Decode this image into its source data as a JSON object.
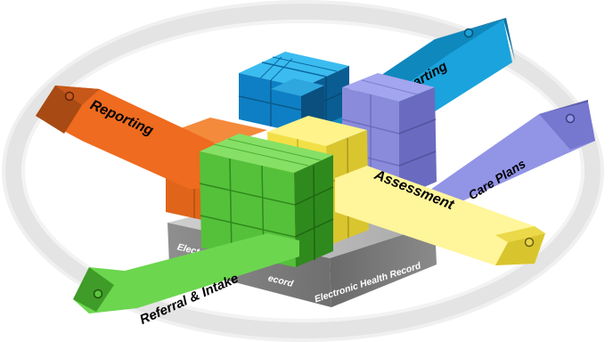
{
  "base": {
    "label_right": "Electronic Health Record",
    "label_left_a": "Elect",
    "label_left_b": "ecord"
  },
  "modules": [
    {
      "id": "echarting",
      "label": "eCharting",
      "color": "#1aa3dc"
    },
    {
      "id": "reporting",
      "label": "Reporting",
      "color": "#ee6b1f"
    },
    {
      "id": "care-plans",
      "label": "Care Plans",
      "color": "#9294e6"
    },
    {
      "id": "assessment",
      "label": "Assessment",
      "color": "#fff59a"
    },
    {
      "id": "referral",
      "label": "Referral & Intake",
      "color": "#6cd64f"
    }
  ]
}
